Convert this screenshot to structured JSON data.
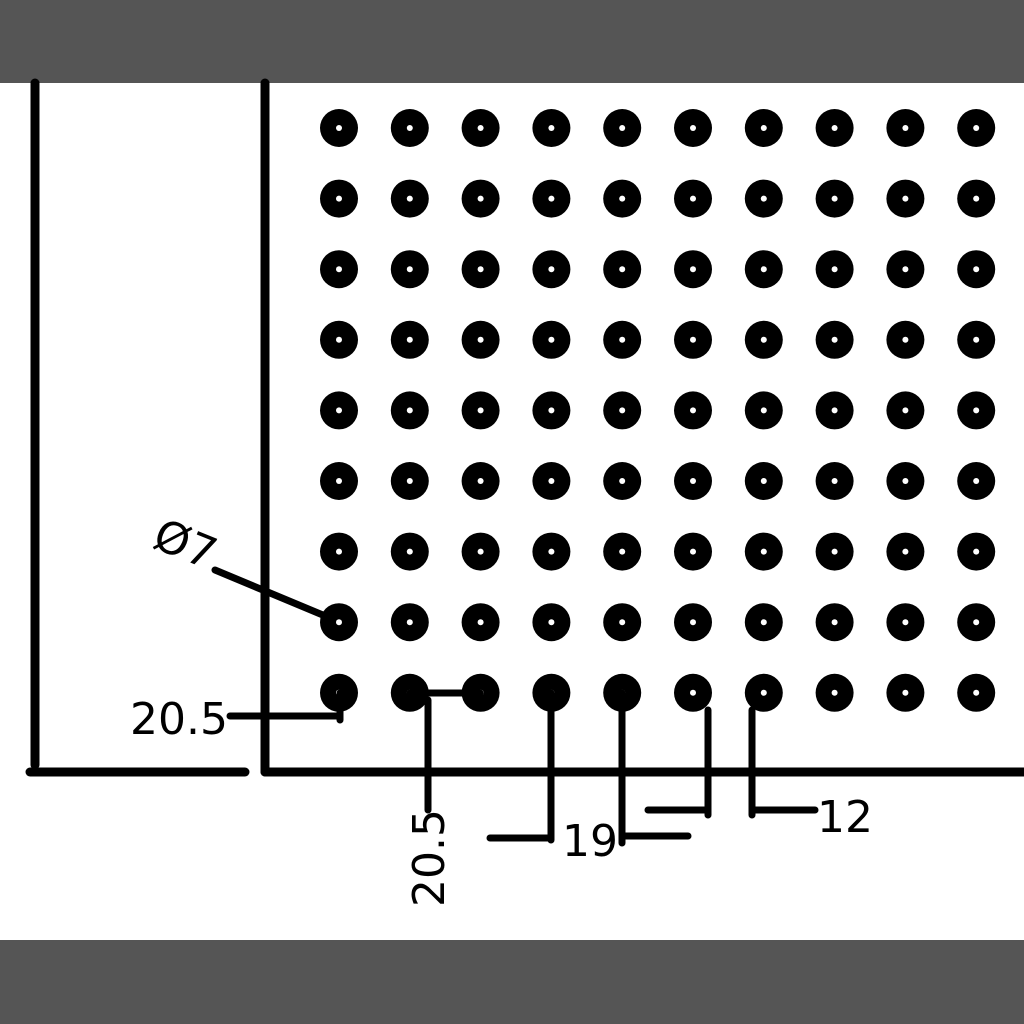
{
  "colors": {
    "frame_bar": "#555555",
    "ink": "#000000",
    "paper": "#ffffff"
  },
  "grid": {
    "columns": 10,
    "rows": 9
  },
  "dimensions": {
    "hole_diameter": "Ø7",
    "left_offset": "20.5",
    "bottom_offset": "20.5",
    "pitch": "19",
    "gap": "12"
  }
}
